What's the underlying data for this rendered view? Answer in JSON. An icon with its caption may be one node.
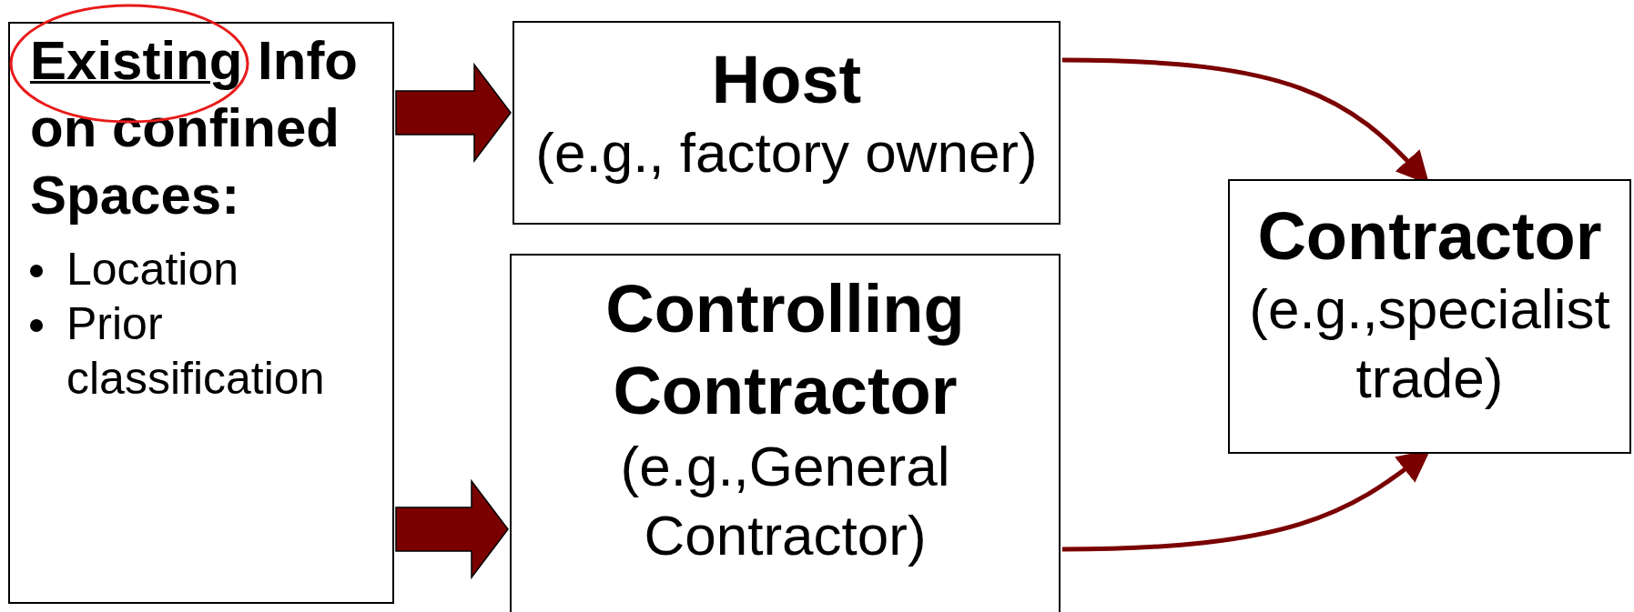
{
  "diagram": {
    "nodes": [
      {
        "text": [
          "Existing Info on confined Spaces:",
          "Location",
          "Prior classification"
        ]
      },
      {
        "text": [
          "Host",
          "(e.g., factory owner)"
        ]
      },
      {
        "text": [
          "Controlling Contractor",
          "(e.g.,General Contractor)"
        ]
      },
      {
        "text": [
          "Contractor",
          "(e.g.,specialist trade)"
        ]
      }
    ],
    "edges": [
      {
        "from": 0,
        "to": 1,
        "arrow": "to",
        "style": "thick"
      },
      {
        "from": 0,
        "to": 2,
        "arrow": "to",
        "style": "thick"
      },
      {
        "from": 1,
        "to": 3,
        "arrow": "to"
      },
      {
        "from": 2,
        "to": 3,
        "arrow": "to"
      }
    ]
  }
}
